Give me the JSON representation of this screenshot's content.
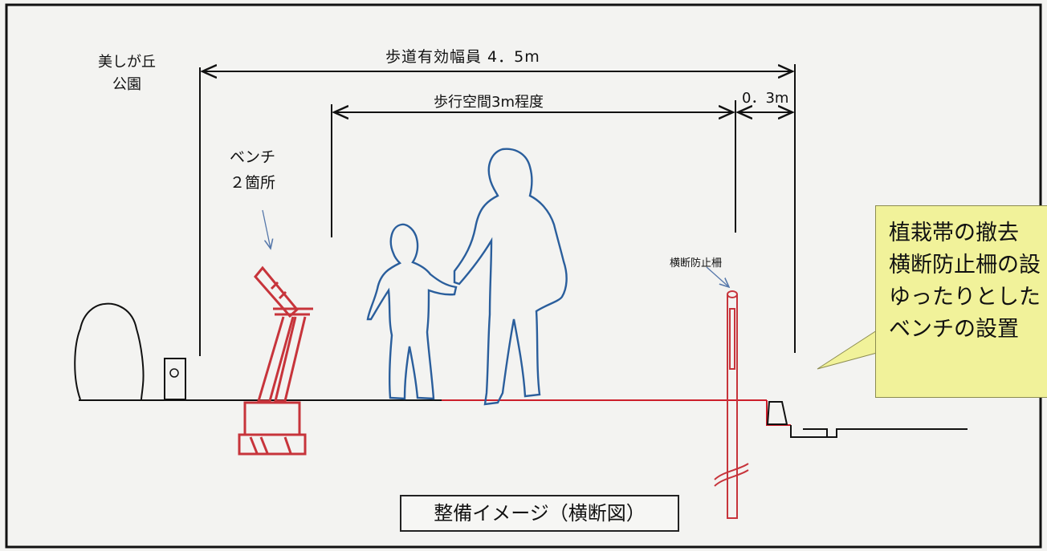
{
  "labels": {
    "park": [
      "美しが丘",
      "公園"
    ],
    "dim_total": "歩道有効幅員 4．5m",
    "dim_walk": "歩行空間3m程度",
    "dim_edge": "0．3m",
    "bench": [
      "ベンチ",
      "２箇所"
    ],
    "fence": "横断防止柵"
  },
  "callout": {
    "lines": [
      "植栽帯の撤去",
      "横断防止柵の設",
      "ゆったりとした",
      "ベンチの設置"
    ],
    "fill": "#f1f29a"
  },
  "caption": "整備イメージ（横断図）",
  "colors": {
    "people": "#2a5e9c",
    "bench": "#c7343b",
    "ground_new": "#cc1e2a",
    "line": "#111111"
  }
}
